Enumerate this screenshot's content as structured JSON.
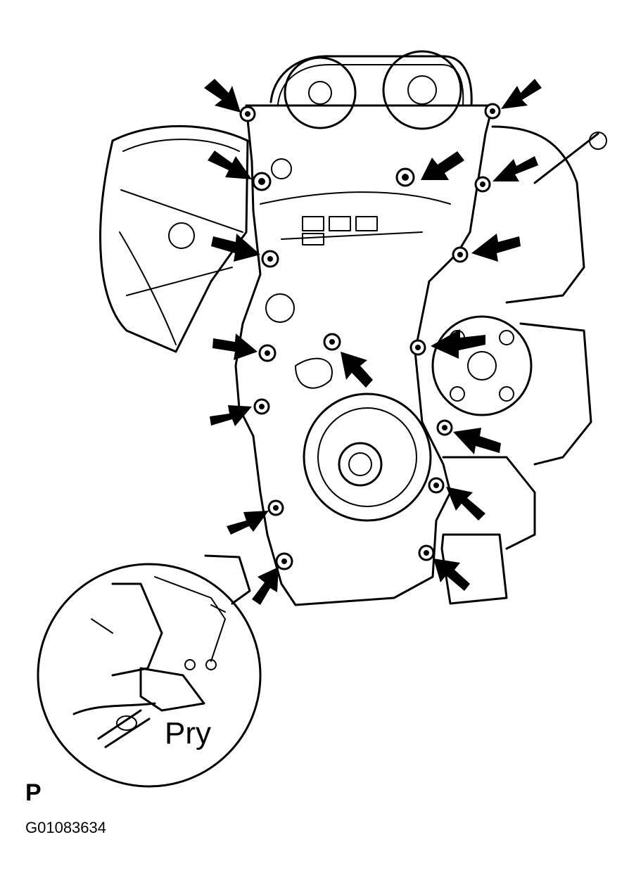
{
  "labels": {
    "pry": "Pry",
    "view_letter": "P",
    "figure_code": "G01083634"
  },
  "colors": {
    "ink": "#000000",
    "paper": "#ffffff"
  },
  "callouts": {
    "bolt_arrow_icon": "arrow-icon",
    "bolt_icon": "bolt-icon",
    "inset_icon": "magnifier-circle"
  }
}
